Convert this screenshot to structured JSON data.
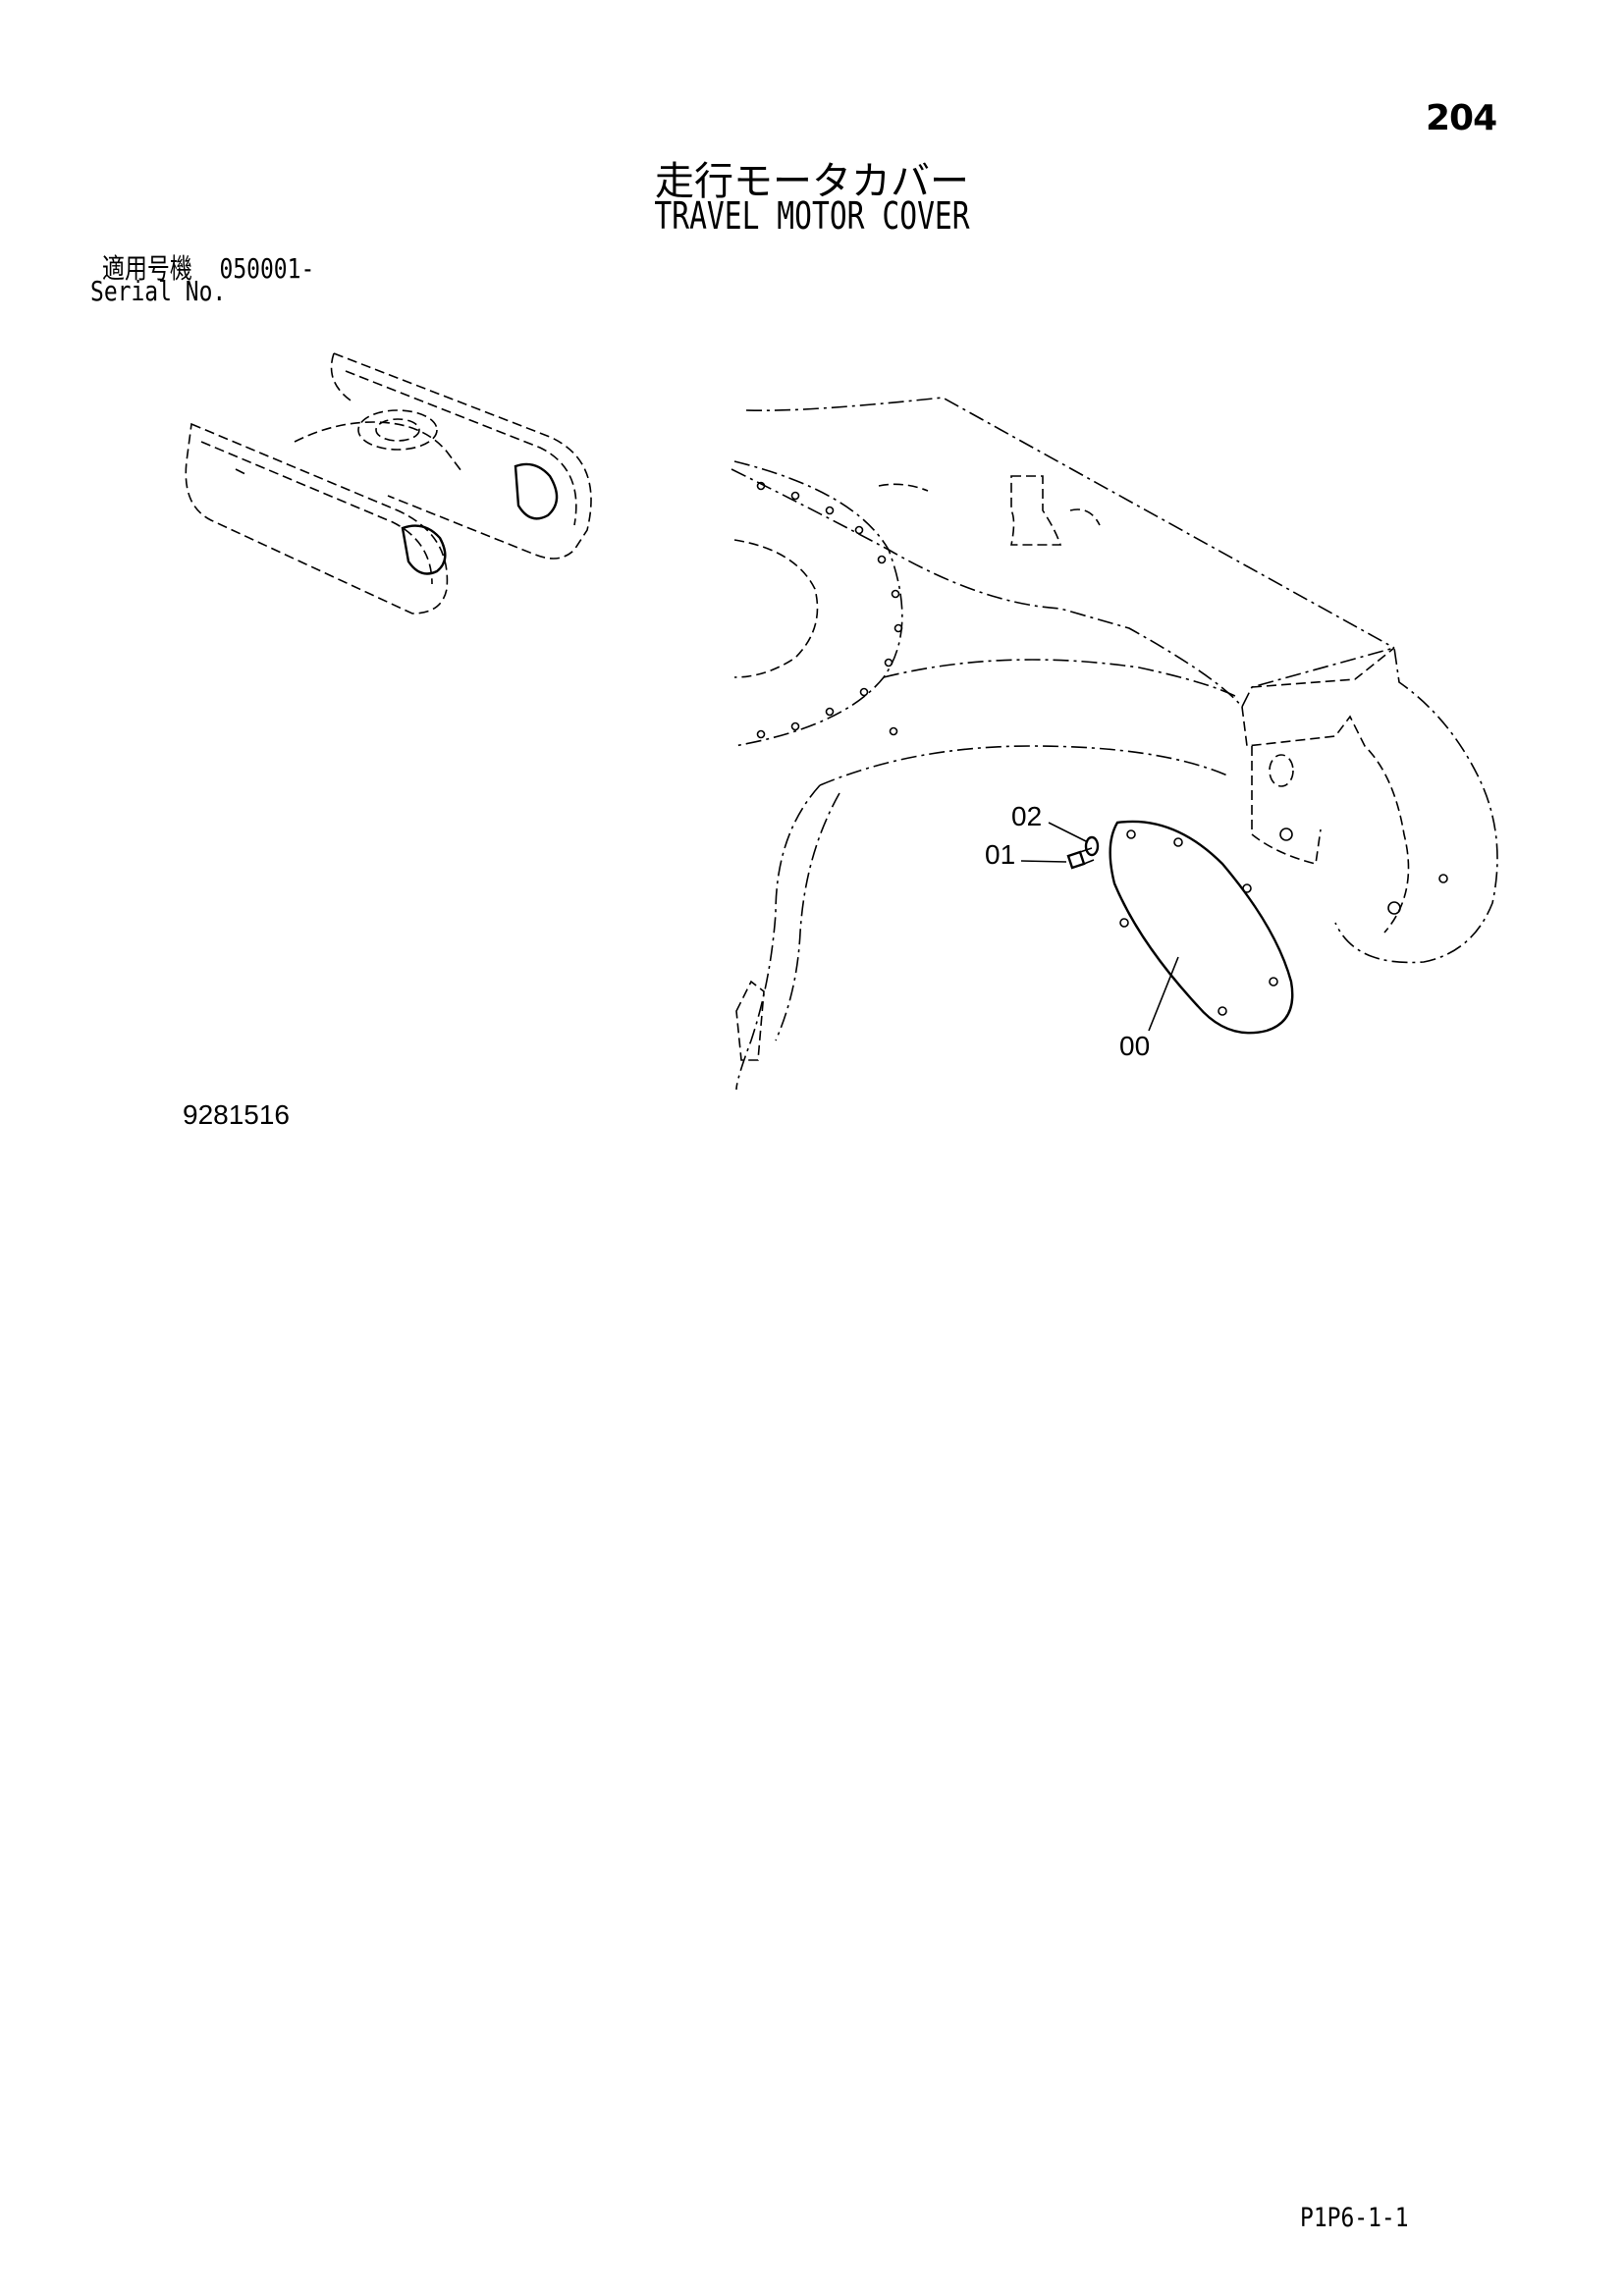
{
  "page": {
    "page_number": "204",
    "title_jp": "走行モータカバー",
    "title_en": "TRAVEL MOTOR COVER",
    "serial_label_jp": "適用号機",
    "serial_value": "050001-",
    "serial_label_en": "Serial No.",
    "drawing_number": "9281516",
    "footer_code": "P1P6-1-1"
  },
  "callouts": {
    "part_02": "02",
    "part_01": "01",
    "part_00": "00"
  },
  "icons": {
    "key_view": "undercarriage-key-view-icon",
    "main_view": "travel-motor-cover-assembly-icon"
  }
}
